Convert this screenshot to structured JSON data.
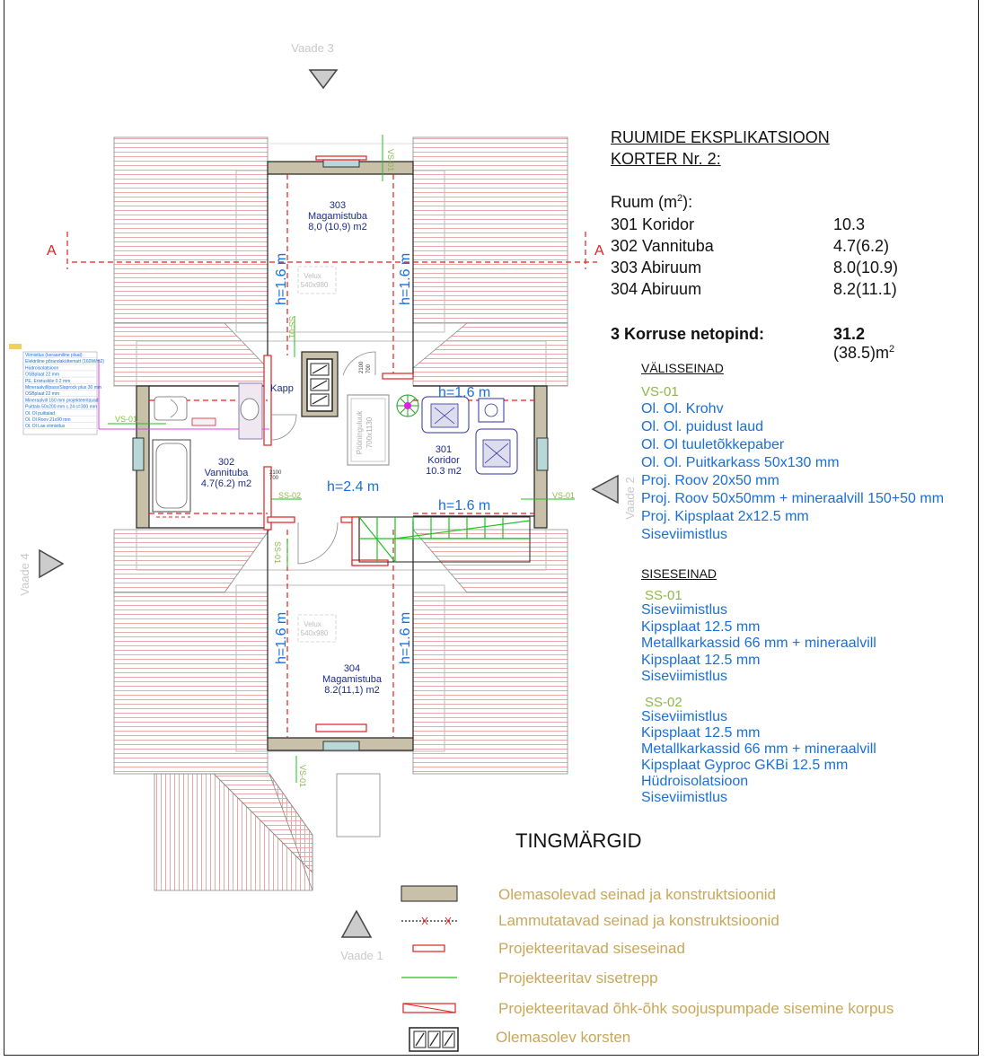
{
  "views": {
    "view1": "Vaade 1",
    "view2": "Vaade 2",
    "view3": "Vaade 3",
    "view4": "Vaade 4"
  },
  "section_marks": {
    "left": "A",
    "right": "A"
  },
  "rooms": [
    {
      "number": "303",
      "name": "Magamistuba",
      "area": "8,0 (10,9) m2"
    },
    {
      "number": "302",
      "name": "Vannituba",
      "area": "4.7(6.2) m2"
    },
    {
      "number": "301",
      "name": "Koridor",
      "area": "10.3 m2"
    },
    {
      "number": "304",
      "name": "Magamistuba",
      "area": "8.2(11,1) m2"
    }
  ],
  "heights": {
    "h16": "h=1.6 m",
    "h16_short": "h=1.6 m",
    "h24": "h=2.4 m"
  },
  "plan_labels": {
    "kapp": "Kapp",
    "velux": "Velux",
    "velux_size": "540x980",
    "hatch": "Pööninguluuk",
    "hatch_size": "700x1130",
    "door1_h": "2100",
    "door1_w": "700",
    "door2_h": "2100",
    "door2_w": "700",
    "vs01": "VS-01",
    "ss01": "SS-01",
    "ss02": "SS-02"
  },
  "small_legend": [
    "Viimistlus (keraamiline plaat)",
    "Elektriline põrandaküttematt (160W/m2)",
    "Hüdroisolatsioon",
    "OSBplaat 22 mm",
    "PE. Eristuskile 0.2 mm",
    "Mineraalvill/pass/Slaprock plus 30 mm",
    "OSBplaat 22 mm",
    "Mineraalvill 150 mm projekteeritavad",
    "Puittala 50x200 mm c.24 s=300 mm",
    "Ol. Ol puittalad",
    "Ol. Ol Roov 21x90 mm",
    "Ol. Ol Lae viimistlus"
  ],
  "explication": {
    "title": "RUUMIDE EKSPLIKATSIOON",
    "subtitle": "KORTER Nr. 2:",
    "header": "Ruum  (m",
    "header_sup": "2",
    "header_end": "):",
    "rows": [
      {
        "name": "301 Koridor",
        "area": "10.3"
      },
      {
        "name": "302 Vannituba",
        "area": "4.7(6.2)"
      },
      {
        "name": "303 Abiruum",
        "area": "8.0(10.9)"
      },
      {
        "name": "304 Abiruum",
        "area": "8.2(11.1)"
      }
    ],
    "total_label": "3 Korruse netopind:",
    "total_value": "31.2",
    "total_paren": " (38.5)m",
    "total_sup": "2"
  },
  "outer_walls": {
    "title": "VÄLISSEINAD",
    "code": "VS-01",
    "layers": [
      "Ol. Ol. Krohv",
      "Ol. Ol. puidust laud",
      "Ol. Ol tuuletõkkepaber",
      "Ol. Ol. Puitkarkass 50x130 mm",
      "Proj. Roov 20x50 mm",
      "Proj. Roov 50x50mm + mineraalvill 150+50 mm",
      "Proj. Kipsplaat 2x12.5 mm",
      "Siseviimistlus"
    ]
  },
  "inner_walls": {
    "title": "SISESEINAD",
    "ss01_code": "SS-01",
    "ss01_layers": [
      "Siseviimistlus",
      "Kipsplaat 12.5 mm",
      "Metallkarkassid 66 mm + mineraalvill",
      "Kipsplaat 12.5 mm",
      "Siseviimistlus"
    ],
    "ss02_code": "SS-02",
    "ss02_layers": [
      "Siseviimistlus",
      "Kipsplaat 12.5 mm",
      "Metallkarkassid 66 mm + mineraalvill",
      "Kipsplaat Gyproc GKBi 12.5 mm",
      "Hüdroisolatsioon",
      "Siseviimistlus"
    ]
  },
  "legend": {
    "title": "TINGMÄRGID",
    "items": [
      "Olemasolevad seinad ja konstruktsioonid",
      "Lammutatavad seinad ja konstruktsioonid",
      "Projekteeritavad siseseinad",
      "Projekteeritav sisetrepp",
      "Projekteeritavad õhk-õhk soojuspumpade sisemine korpus",
      "Olemasolev korsten"
    ]
  },
  "colors": {
    "existing_wall": "#c8c0a8",
    "projected_wall": "#e02020",
    "stair": "#22c022",
    "roof_hatch": "#e8a8a8",
    "text_blue": "#1a6fd6",
    "code_green": "#8cb84a",
    "legend_text": "#c8a75a"
  }
}
